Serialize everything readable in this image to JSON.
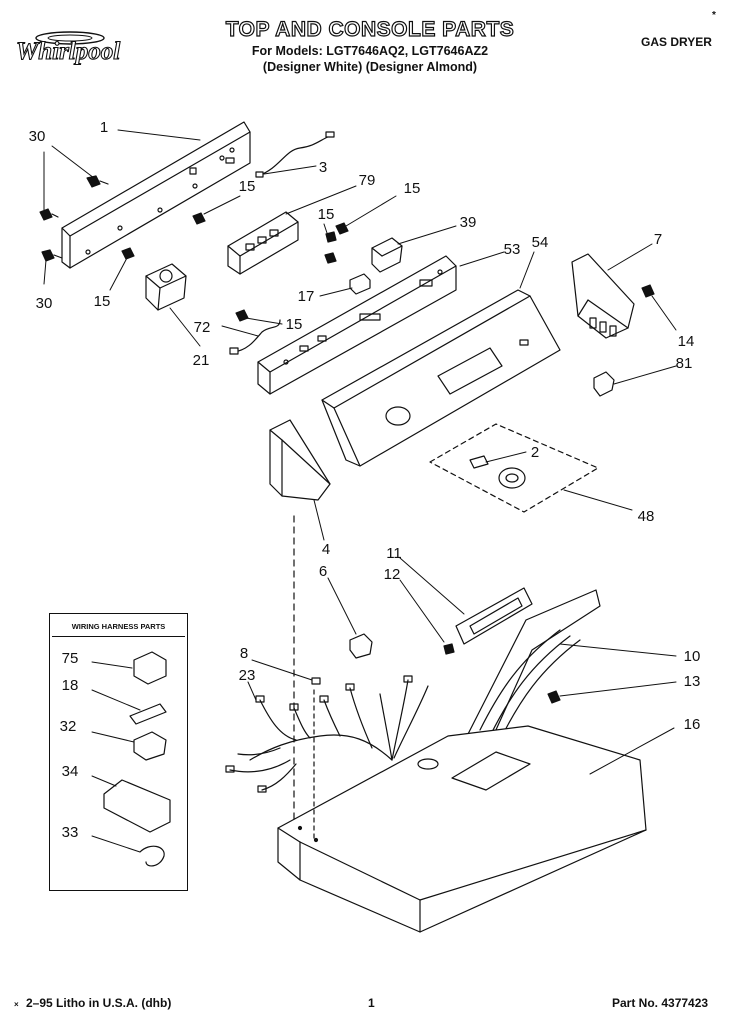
{
  "header": {
    "brand": "Whirlpool",
    "title": "TOP AND CONSOLE PARTS",
    "models_line": "For Models: LGT7646AQ2, LGT7646AZ2",
    "variants_line": "(Designer White) (Designer Almond)",
    "product_type": "GAS DRYER",
    "corner_mark": "*"
  },
  "legend": {
    "title": "WIRING HARNESS PARTS",
    "items": [
      "75",
      "18",
      "32",
      "34",
      "33"
    ]
  },
  "callouts": [
    "30",
    "1",
    "3",
    "79",
    "15",
    "15",
    "15",
    "39",
    "30",
    "15",
    "15",
    "15",
    "17",
    "53",
    "54",
    "7",
    "14",
    "81",
    "72",
    "21",
    "2",
    "48",
    "4",
    "6",
    "11",
    "12",
    "8",
    "23",
    "10",
    "13",
    "16"
  ],
  "footer": {
    "litho": "2–95 Litho in U.S.A. (dhb)",
    "litho_mark": "×",
    "page": "1",
    "part_no": "Part No. 4377423"
  }
}
